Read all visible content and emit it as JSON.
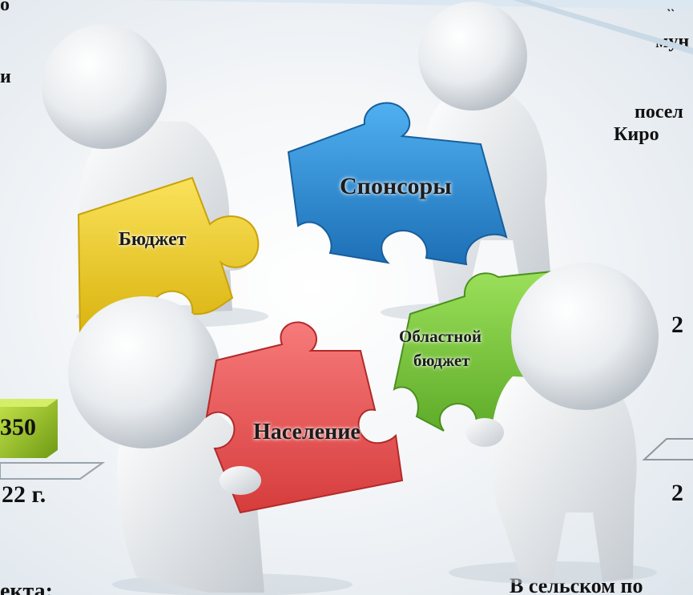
{
  "slide_text": {
    "left_top_1": "о",
    "left_top_2": "и",
    "right_top_1": "«",
    "right_top_2": "мун",
    "right_mid_1": "посел",
    "right_mid_2": "Киро",
    "right_num_1": "2",
    "right_num_2": "2",
    "box_value": "350",
    "year": "22 г.",
    "bottom_left": "екта:",
    "bottom_right": "В сельском по"
  },
  "puzzle": {
    "yellow_label": "Бюджет",
    "blue_label": "Спонсоры",
    "red_label": "Население",
    "green_label_1": "Областной",
    "green_label_2": "бюджет"
  },
  "colors": {
    "yellow": "#f2d21c",
    "blue": "#2c8fd6",
    "red": "#ec5555",
    "green": "#7cc83a",
    "box_green": "#9ccc2a"
  }
}
